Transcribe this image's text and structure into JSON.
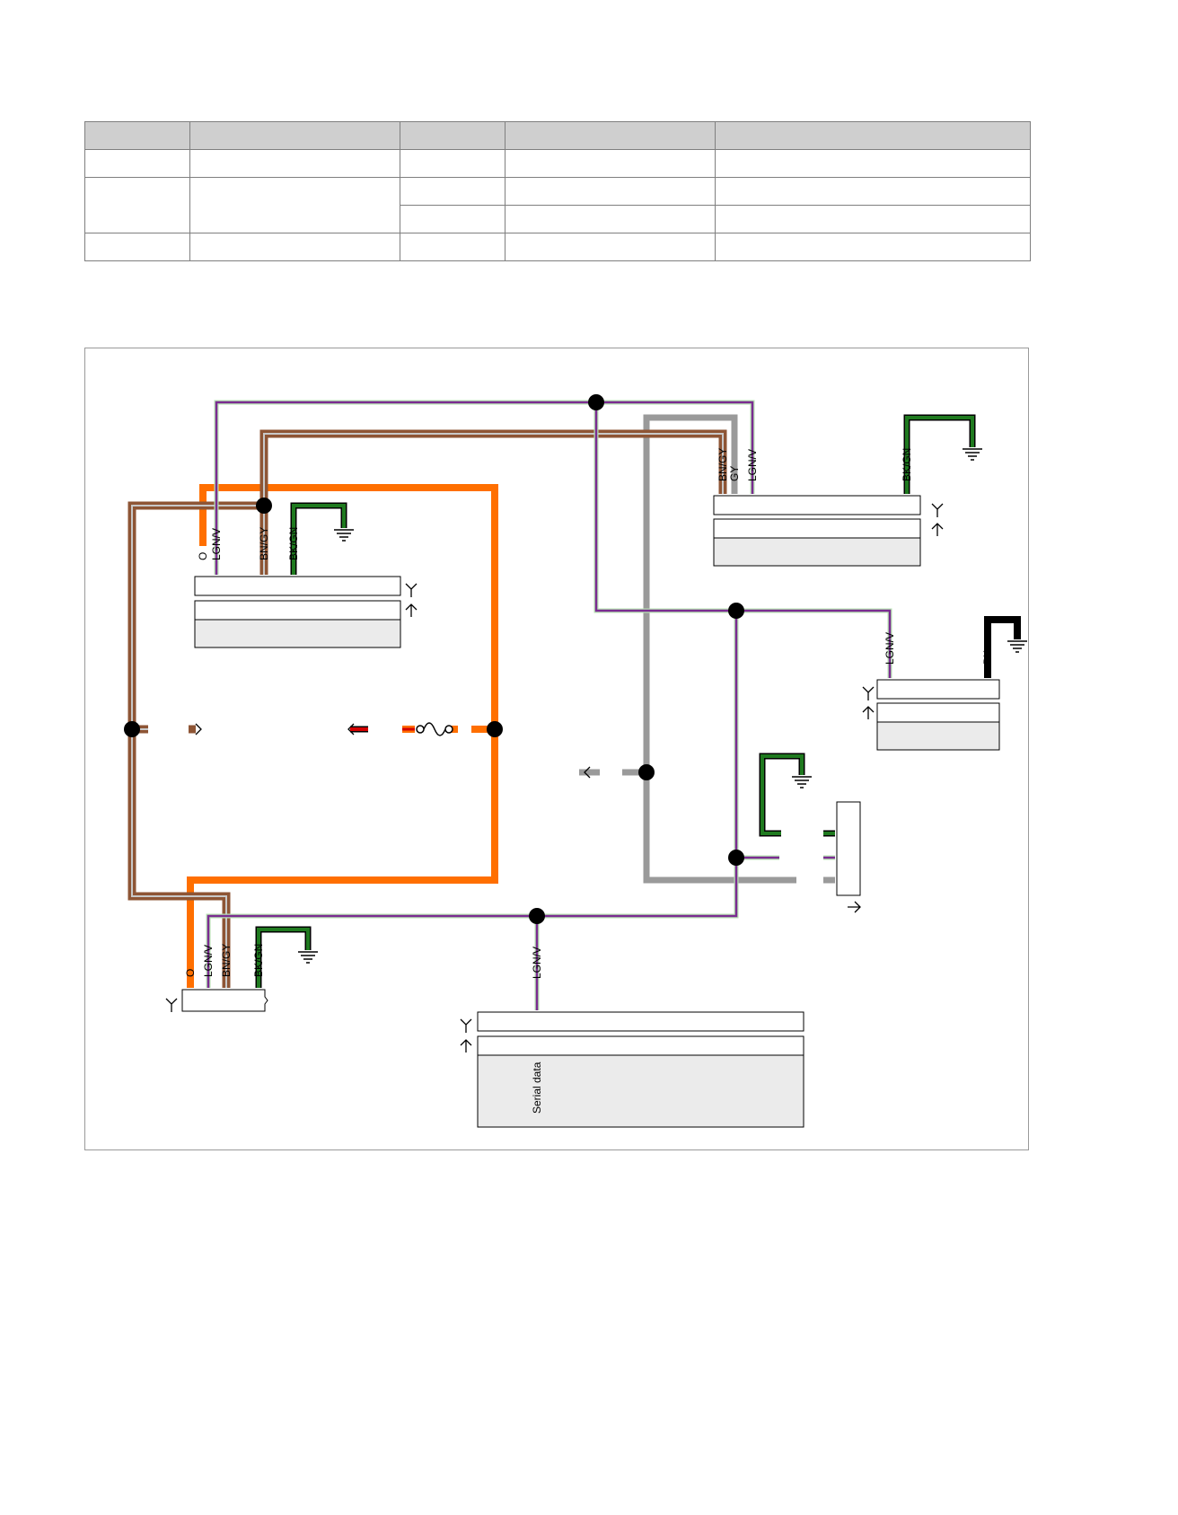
{
  "wire_labels": {
    "o": "O",
    "lgnv": "LGN/V",
    "bngy": "BN/GY",
    "bkgn": "BK/GN",
    "gy": "GY",
    "bk": "BK"
  },
  "module_labels": {
    "serial_data": "Serial data"
  },
  "wire_colors": {
    "orange": "#ff6f00",
    "brown": "#8e5535",
    "purple": "#7b2c91",
    "grey": "#9a9a9a",
    "green": "#1f7a1f",
    "black": "#000000",
    "red": "#d40000"
  }
}
